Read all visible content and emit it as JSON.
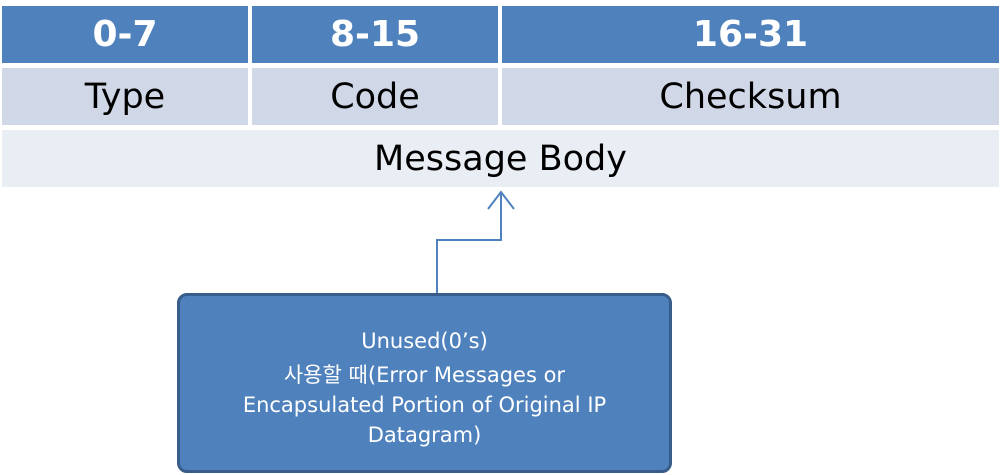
{
  "header": {
    "col1": "0-7",
    "col2": "8-15",
    "col3": "16-31"
  },
  "fields": {
    "type": "Type",
    "code": "Code",
    "checksum": "Checksum",
    "message_body": "Message Body"
  },
  "callout": {
    "line1": "Unused(0’s)",
    "line2": "사용할 때(Error Messages or",
    "line3": "Encapsulated Portion of Original IP",
    "line4": "Datagram)"
  },
  "colors": {
    "header_bg": "#4f81bd",
    "row2_bg": "#d0d8e8",
    "row3_bg": "#e9edf4",
    "callout_bg": "#4f81bd",
    "callout_border": "#385d8a",
    "connector": "#4f81bd"
  }
}
